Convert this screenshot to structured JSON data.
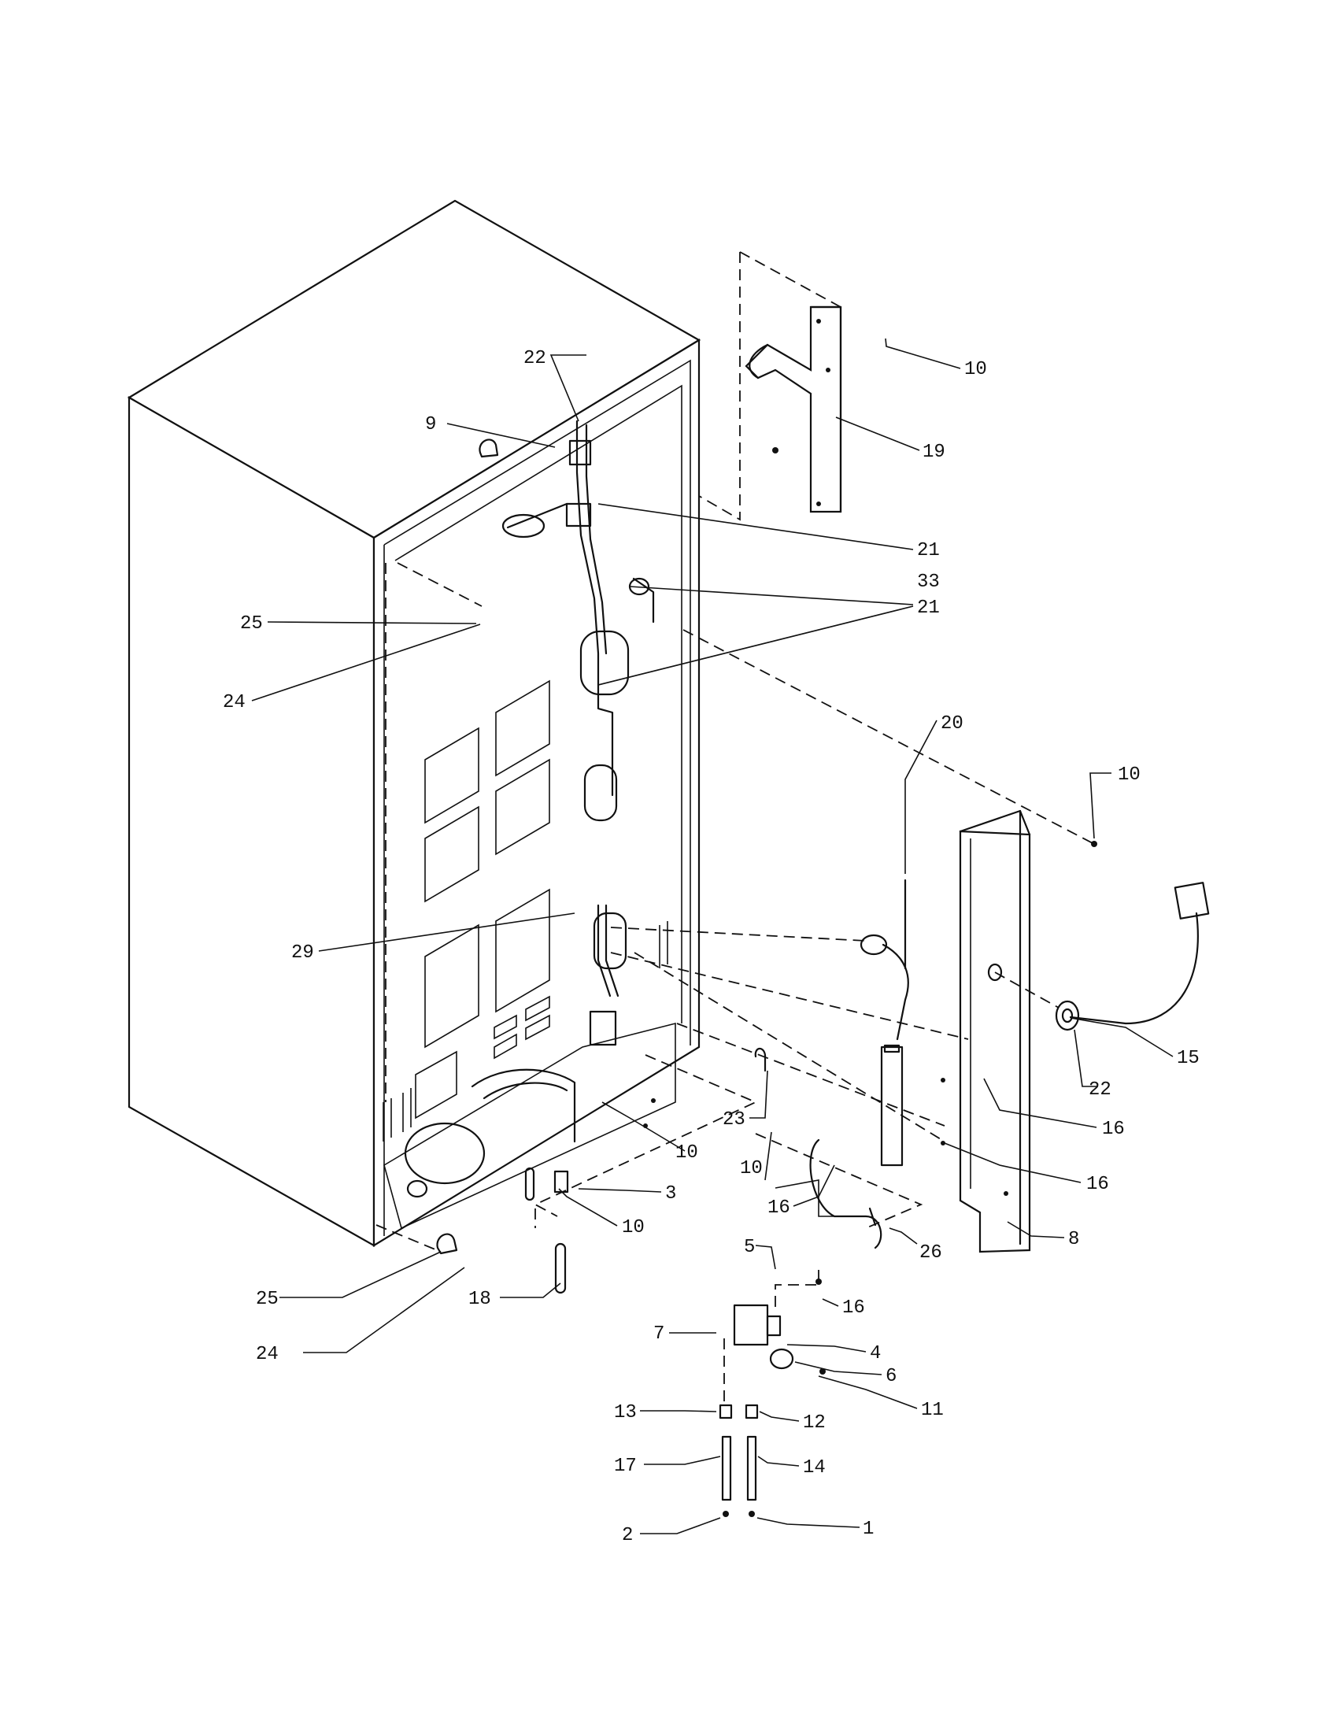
{
  "diagram": {
    "type": "exploded parts diagram",
    "part_labels": {
      "p1": "1",
      "p2": "2",
      "p3": "3",
      "p4": "4",
      "p5": "5",
      "p6": "6",
      "p7": "7",
      "p8": "8",
      "p9": "9",
      "p10": "10",
      "p11": "11",
      "p12": "12",
      "p13": "13",
      "p14": "14",
      "p15": "15",
      "p16": "16",
      "p17": "17",
      "p18": "18",
      "p19": "19",
      "p20": "20",
      "p21": "21",
      "p22": "22",
      "p23": "23",
      "p24": "24",
      "p25": "25",
      "p26": "26",
      "p29": "29",
      "p33": "33"
    },
    "colors": {
      "ink": "#111111",
      "paper": "#ffffff"
    }
  }
}
